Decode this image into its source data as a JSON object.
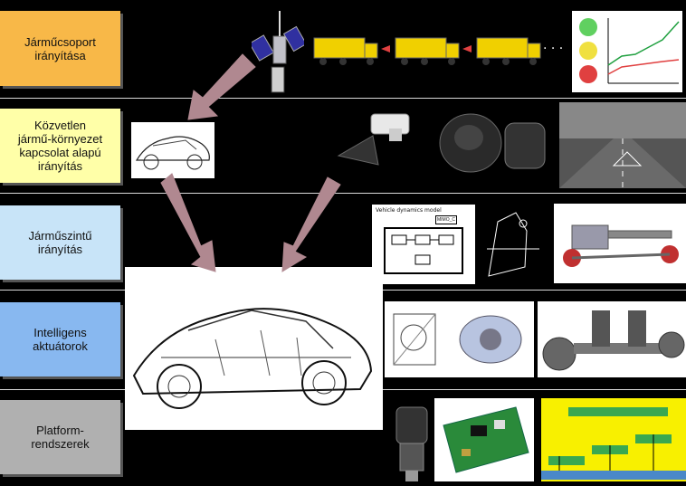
{
  "layers": [
    {
      "id": "fleet",
      "label": "Járműcsoport\nirányítása",
      "color": "#f8b848"
    },
    {
      "id": "environment",
      "label": "Közvetlen\njármű-környezet\nkapcsolat alapú\nirányítás",
      "color": "#ffffa8"
    },
    {
      "id": "vehicle",
      "label": "Járműszintű\nirányítás",
      "color": "#c8e4f8"
    },
    {
      "id": "actuators",
      "label": "Intelligens\naktuátorok",
      "color": "#88b8f0"
    },
    {
      "id": "platform",
      "label": "Platform-\nrendszerek",
      "color": "#b0b0b0"
    }
  ],
  "fleet_row": {
    "ellipsis": "· · ·"
  },
  "diagram_text": {
    "title": "Vehicle dynamics model",
    "box": "MIMO_C"
  },
  "colors": {
    "arrow": "#b08890",
    "truck": "#f0d000",
    "pcb": "#2a8a3a",
    "platform_bg": "#f8f000"
  }
}
